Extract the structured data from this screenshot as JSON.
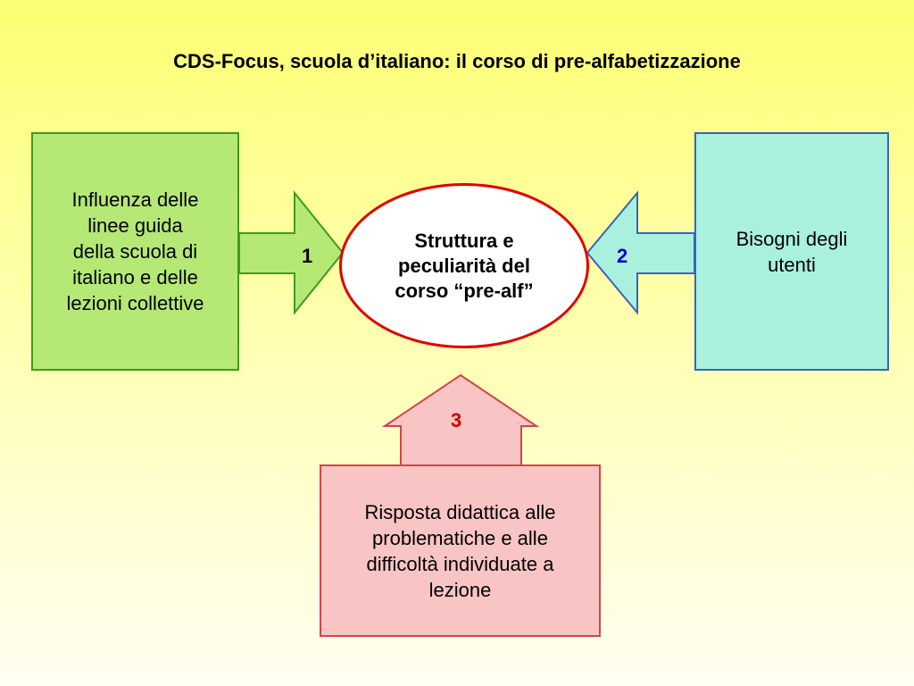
{
  "title": "CDS-Focus, scuola d’italiano: il corso di pre-alfabetizzazione",
  "boxes": {
    "left": {
      "text": "Influenza delle\nlinee guida\ndella scuola di\nitaliano e delle\nlezioni collettive",
      "fill": "#b5e874",
      "border": "#3f9b1e"
    },
    "right": {
      "text": "Bisogni degli\nutenti",
      "fill": "#a9f1dd",
      "border": "#3a62c0"
    },
    "bottom": {
      "text": "Risposta didattica alle\nproblematiche e alle\ndifficoltà individuate a\nlezione",
      "fill": "#f9c4c4",
      "border": "#cf4747"
    },
    "center": {
      "text": "Struttura e\npeculiarità del\ncorso “pre-alf”",
      "fill": "#ffffff",
      "border": "#e10000"
    }
  },
  "arrows": {
    "one": {
      "label": "1",
      "direction": "right"
    },
    "two": {
      "label": "2",
      "direction": "left"
    },
    "three": {
      "label": "3",
      "direction": "up"
    }
  },
  "colors": {
    "bg-top": "#fbff72",
    "bg-mid": "#ffffad",
    "bg-bottom": "#fffef2",
    "green-fill": "#b5e874",
    "green-border": "#3f9b1e",
    "cyan-fill": "#a9f1dd",
    "cyan-border": "#3a62c0",
    "pink-fill": "#f9c4c4",
    "pink-border": "#cf4747",
    "ellipse-fill": "#ffffff",
    "ellipse-border": "#e10000",
    "num1-color": "#000000",
    "num2-color": "#0000cc",
    "num3-color": "#cc0000"
  }
}
